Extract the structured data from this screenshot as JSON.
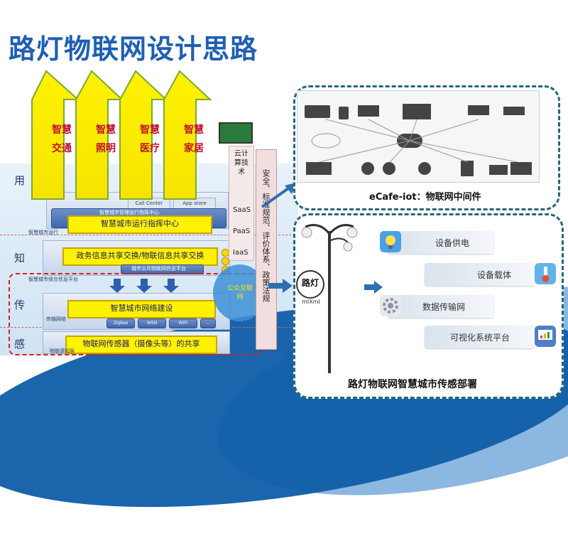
{
  "title": "路灯物联网设计思路",
  "big_arrows": [
    {
      "line1": "智慧",
      "line2": "交通"
    },
    {
      "line1": "智慧",
      "line2": "照明"
    },
    {
      "line1": "智慧",
      "line2": "医疗"
    },
    {
      "line1": "智慧",
      "line2": "家居"
    }
  ],
  "side_labels": [
    "用",
    "知",
    "传",
    "感"
  ],
  "layers": {
    "app": {
      "boxes": [
        "Call Center",
        "App store"
      ],
      "header": "智慧城市管理运行指挥中心",
      "bar": "智慧城市运行指挥中心",
      "caption": "智慧城市运行"
    },
    "know": {
      "bar": "政务信息共享交换/物联信息共享交换",
      "sub": "城市公共物联网信息平台",
      "caption": "智慧城市综合信息平台"
    },
    "transfer": {
      "bar": "智慧城市网络建设",
      "chips": [
        "Zigbee",
        "WSN",
        "WIFI",
        "..."
      ],
      "caption": "传输网络"
    },
    "sense": {
      "bar": "物联网传感器（摄像头等）的共享",
      "caption": "物联感知层"
    }
  },
  "cloud_column": {
    "heading": "云计算技术",
    "items": [
      "SaaS",
      "PaaS",
      "IaaS"
    ],
    "public": "公众互联网"
  },
  "security_column": "安全、标准规范、评价体系、政策法规",
  "middleware_panel": {
    "caption": "eCafe-iot：物联网中间件"
  },
  "streetlight_panel": {
    "sign": "路灯",
    "sign_sub": "mIXmI",
    "features": [
      "设备供电",
      "设备载体",
      "数据传输网",
      "可视化系统平台"
    ],
    "caption": "路灯物联网智慧城市传感部署"
  },
  "colors": {
    "title": "#1f5fb3",
    "arrow_yellow": "#fff200",
    "arrow_border": "#7ca832",
    "panel_border": "#27677a",
    "red_dash": "#d61f1f"
  }
}
